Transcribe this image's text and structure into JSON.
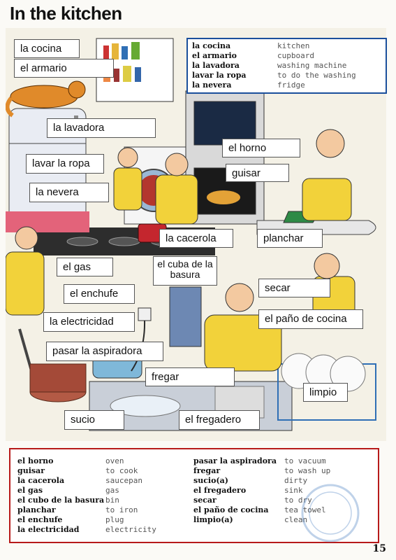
{
  "page": {
    "title": "In the kitchen",
    "page_number": "15"
  },
  "labels": [
    {
      "id": "cocina",
      "text": "la cocina"
    },
    {
      "id": "armario",
      "text": "el armario"
    },
    {
      "id": "lavadora",
      "text": "la lavadora"
    },
    {
      "id": "lavar",
      "text": "lavar la ropa"
    },
    {
      "id": "nevera",
      "text": "la nevera"
    },
    {
      "id": "horno",
      "text": "el horno"
    },
    {
      "id": "guisar",
      "text": "guisar"
    },
    {
      "id": "cacerola",
      "text": "la cacerola"
    },
    {
      "id": "planchar",
      "text": "planchar"
    },
    {
      "id": "gas",
      "text": "el gas"
    },
    {
      "id": "cuba",
      "text": "el cuba de la basura"
    },
    {
      "id": "enchufe",
      "text": "el enchufe"
    },
    {
      "id": "secar",
      "text": "secar"
    },
    {
      "id": "electricidad",
      "text": "la electricidad"
    },
    {
      "id": "pano",
      "text": "el paño de cocina"
    },
    {
      "id": "aspiradora",
      "text": "pasar la aspiradora"
    },
    {
      "id": "fregar",
      "text": "fregar"
    },
    {
      "id": "limpio",
      "text": "limpio"
    },
    {
      "id": "sucio",
      "text": "sucio"
    },
    {
      "id": "fregadero",
      "text": "el fregadero"
    }
  ],
  "glossary_top": [
    {
      "es": "la cocina",
      "en": "kitchen"
    },
    {
      "es": "el armario",
      "en": "cupboard"
    },
    {
      "es": "la lavadora",
      "en": "washing machine"
    },
    {
      "es": "lavar la ropa",
      "en": "to do the washing"
    },
    {
      "es": "la nevera",
      "en": "fridge"
    }
  ],
  "glossary_bottom_left": [
    {
      "es": "el horno",
      "en": "oven"
    },
    {
      "es": "guisar",
      "en": "to cook"
    },
    {
      "es": "la cacerola",
      "en": "saucepan"
    },
    {
      "es": "el gas",
      "en": "gas"
    },
    {
      "es": "el cubo de la basura",
      "en": "bin"
    },
    {
      "es": "planchar",
      "en": "to iron"
    },
    {
      "es": "el enchufe",
      "en": "plug"
    },
    {
      "es": "la electricidad",
      "en": "electricity"
    }
  ],
  "glossary_bottom_right": [
    {
      "es": "pasar la aspiradora",
      "en": "to vacuum"
    },
    {
      "es": "fregar",
      "en": "to wash up"
    },
    {
      "es": "sucio(a)",
      "en": "dirty"
    },
    {
      "es": "el fregadero",
      "en": "sink"
    },
    {
      "es": "secar",
      "en": "to dry"
    },
    {
      "es": "el paño de cocina",
      "en": "tea towel"
    },
    {
      "es": "limpio(a)",
      "en": "clean"
    }
  ],
  "colors": {
    "glossary_top_border": "#1a4f9c",
    "glossary_bottom_border": "#b71a1a",
    "shirt_yellow": "#f2d23a",
    "cat_orange": "#e08a2a",
    "wall": "#f4f1e6"
  }
}
